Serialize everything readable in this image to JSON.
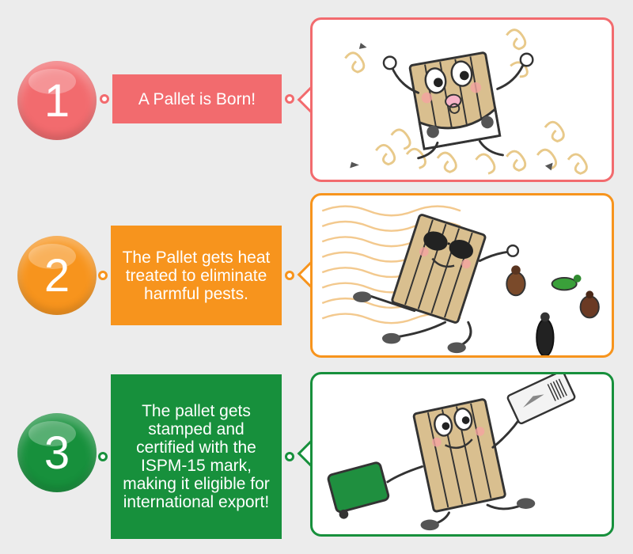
{
  "colors": {
    "step1": "#f26b6e",
    "step2": "#f7941d",
    "step3": "#17903c"
  },
  "steps": [
    {
      "number": "1",
      "text": "A Pallet is Born!",
      "illustration": "baby-pallet-icon"
    },
    {
      "number": "2",
      "text": "The Pallet gets heat  treated to  eliminate harmful pests.",
      "illustration": "heat-treated-pallet-icon"
    },
    {
      "number": "3",
      "text": "The pallet gets stamped  and certified with the ISPM-15 mark, making it eligible for international export!",
      "illustration": "traveling-pallet-icon"
    }
  ]
}
